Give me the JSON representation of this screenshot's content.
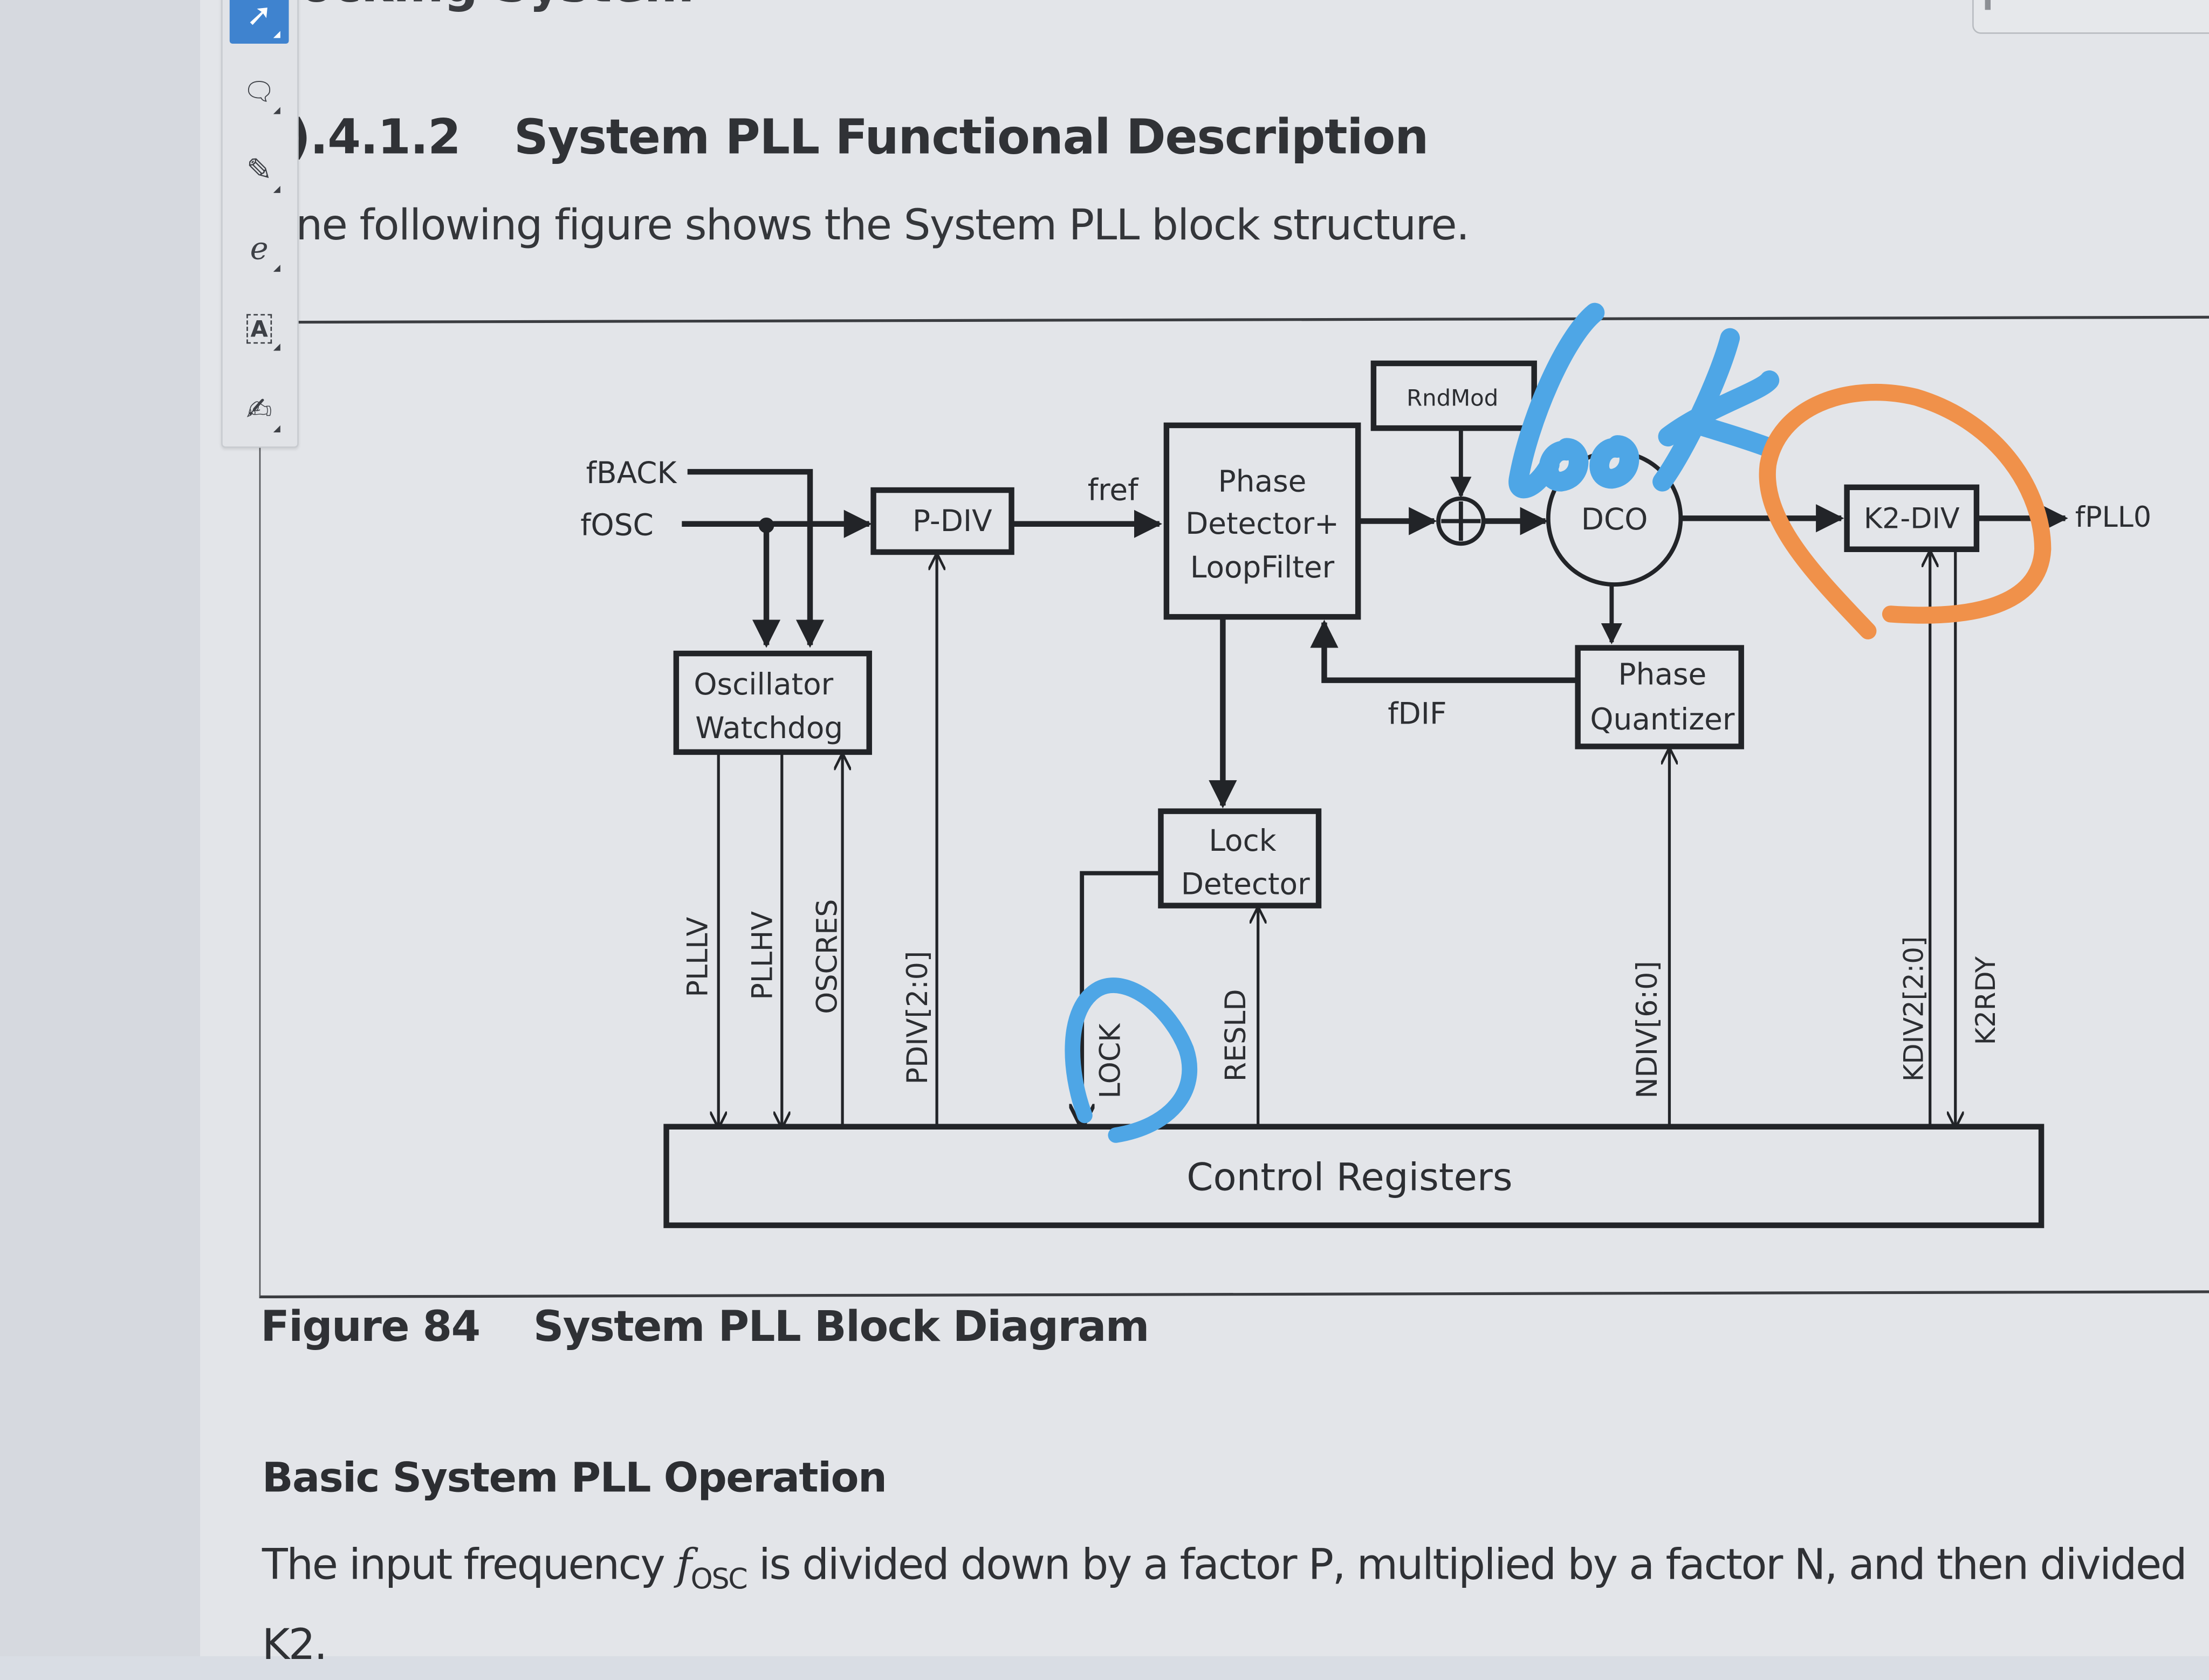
{
  "document": {
    "top_heading_fragment": "ocking System",
    "section_number": ").4.1.2",
    "section_title": "System PLL Functional Description",
    "intro_text": "ne following figure shows the System PLL block structure.",
    "figure_number": "Figure 84",
    "figure_title": "System PLL Block Diagram",
    "operation_heading": "Basic System PLL Operation",
    "operation_text_before": "The input frequency ",
    "operation_text_var": "f",
    "operation_text_sub": "OSC",
    "operation_text_after": " is divided down by a factor P, multiplied by a factor N, and then divided",
    "operation_text_line2": "K2."
  },
  "toolbar": {
    "tools": [
      {
        "name": "select",
        "icon": "cursor-arrow-icon",
        "glyph": "➚",
        "active": true
      },
      {
        "name": "add-comment",
        "icon": "comment-add-icon",
        "glyph": "🗨",
        "active": false
      },
      {
        "name": "pen",
        "icon": "pen-icon",
        "glyph": "✎",
        "active": false
      },
      {
        "name": "freehand",
        "icon": "freehand-loop-icon",
        "glyph": "ℯ",
        "active": false
      },
      {
        "name": "text-box",
        "icon": "text-box-icon",
        "glyph": "A",
        "active": false
      },
      {
        "name": "stamp",
        "icon": "stamp-icon",
        "glyph": "✍",
        "active": false
      }
    ]
  },
  "diagram": {
    "inputs": {
      "fback": "fBACK",
      "fosc": "fOSC"
    },
    "blocks": {
      "pdiv": "P-DIV",
      "phase_detector": [
        "Phase",
        "Detector+",
        "LoopFilter"
      ],
      "rndmod": "RndMod",
      "dco": "DCO",
      "k2div": "K2-DIV",
      "osc_watchdog": [
        "Oscillator",
        "Watchdog"
      ],
      "phase_quantizer": [
        "Phase",
        "Quantizer"
      ],
      "lock_detector": [
        "Lock",
        "Detector"
      ],
      "control_registers": "Control Registers"
    },
    "signals": {
      "fref": "fref",
      "fdif": "fDIF",
      "fpllo": "fPLL0",
      "plllv": "PLLLV",
      "pllhv": "PLLHV",
      "oscres": "OSCRES",
      "pdiv_bus": "PDIV[2:0]",
      "lock": "LOCK",
      "resld": "RESLD",
      "ndiv_bus": "NDIV[6:0]",
      "kdiv2_bus": "KDIV2[2:0]",
      "k2rdy": "K2RDY"
    }
  },
  "annotations": {
    "handwritten_text": "look",
    "handwritten_color": "#4ea6e6",
    "circle_k2div_color": "#f0914a",
    "circle_lock_color": "#4ea6e6"
  }
}
